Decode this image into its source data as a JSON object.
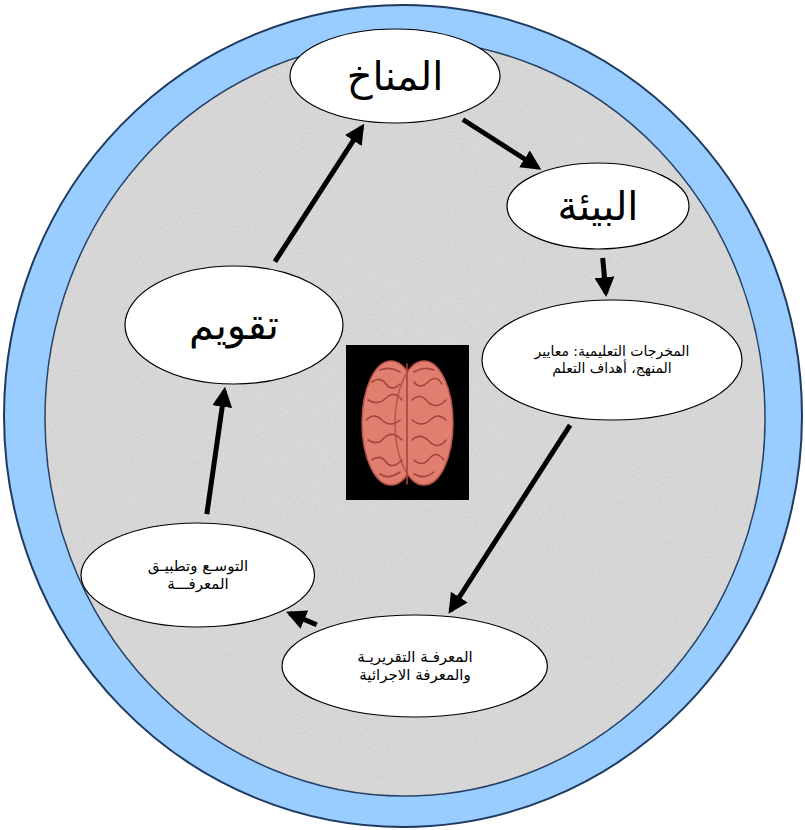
{
  "diagram": {
    "nodes": [
      {
        "text": [
          "المناخ"
        ]
      },
      {
        "text": [
          "البيئة"
        ]
      },
      {
        "text": [
          "المخرجات التعليمية: معايير المنهج، أهداف التعلم"
        ]
      },
      {
        "text": [
          "المعرفـة التقريريـة والمعرفة الاجرائية"
        ]
      },
      {
        "text": [
          "التوسـع وتطبيـق المعرفـــة"
        ]
      },
      {
        "text": [
          "تقويم"
        ]
      }
    ],
    "edges": [
      {
        "from": 0,
        "to": 1,
        "arrow": "to"
      },
      {
        "from": 1,
        "to": 2,
        "arrow": "to"
      },
      {
        "from": 2,
        "to": 3,
        "arrow": "to"
      },
      {
        "from": 3,
        "to": 4,
        "arrow": "to"
      },
      {
        "from": 4,
        "to": 5,
        "arrow": "to"
      },
      {
        "from": 5,
        "to": 0,
        "arrow": "to"
      }
    ]
  }
}
